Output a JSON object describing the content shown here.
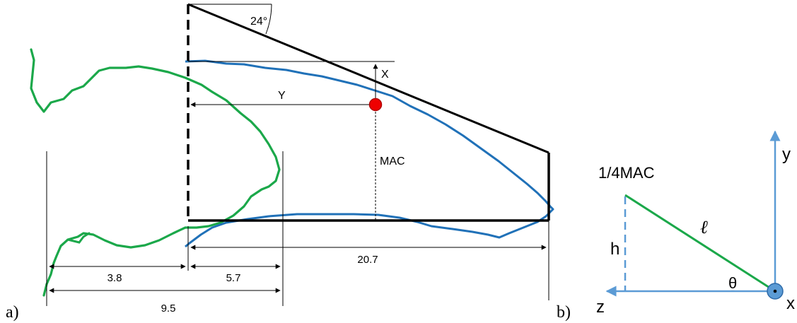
{
  "panel_a": {
    "panel_label": "a)",
    "sweep_angle": "24°",
    "x_label": "X",
    "y_label": "Y",
    "mac_label": "MAC",
    "dim_3_8": "3.8",
    "dim_5_7": "5.7",
    "dim_9_5": "9.5",
    "dim_20_7": "20.7",
    "colors": {
      "green": "#1ba84a",
      "blue": "#2071b8",
      "red": "#ee0000",
      "black": "#000000"
    }
  },
  "panel_b": {
    "panel_label": "b)",
    "mac_quarter_label": "1/4MAC",
    "h_label": "h",
    "l_label": "ℓ",
    "theta_label": "θ",
    "axis_z": "z",
    "axis_y": "y",
    "axis_x": "x",
    "colors": {
      "green": "#1ba84a",
      "axis_blue": "#5b9bd5"
    }
  }
}
